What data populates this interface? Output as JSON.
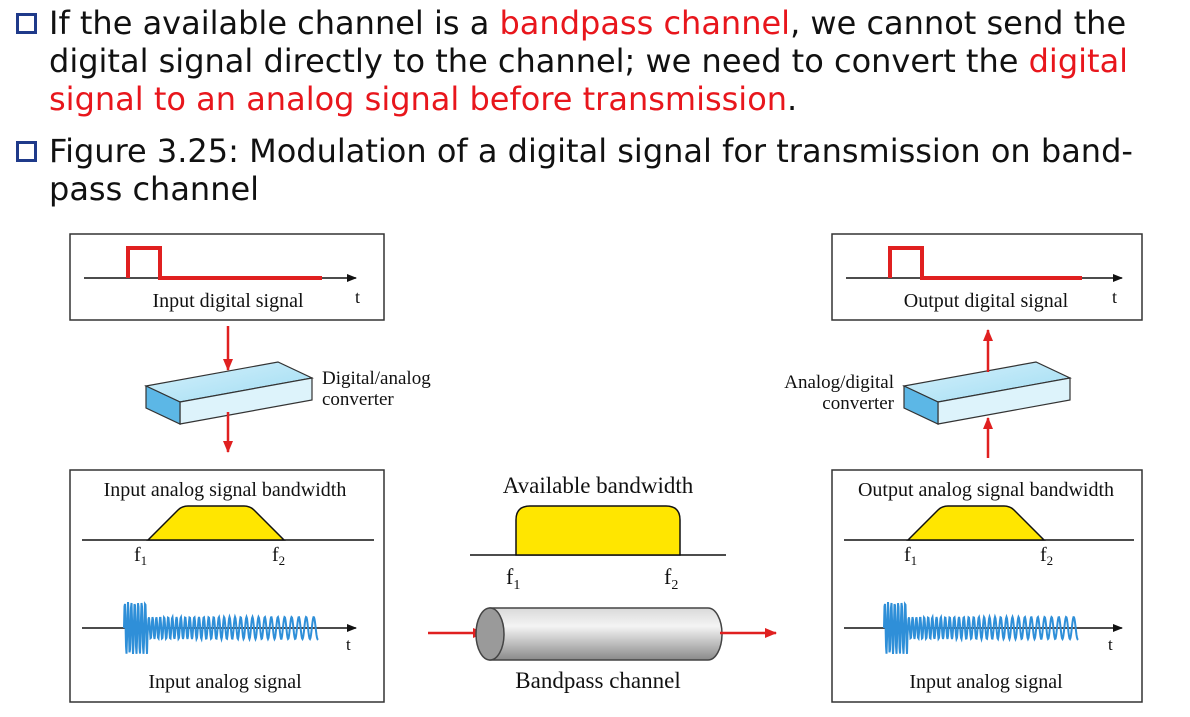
{
  "bullets": [
    {
      "parts": [
        {
          "text": "If the available channel is a ",
          "highlight": false
        },
        {
          "text": "bandpass channel",
          "highlight": true
        },
        {
          "text": ", we cannot send the digital signal directly to the channel; we need to convert the ",
          "highlight": false
        },
        {
          "text": "digital signal to an analog signal before transmission",
          "highlight": true
        },
        {
          "text": ".",
          "highlight": false
        }
      ]
    },
    {
      "parts": [
        {
          "text": "Figure 3.25:  Modulation of a digital signal for transmission on band-pass channel",
          "highlight": false
        }
      ]
    }
  ],
  "figure": {
    "input_digital_label": "Input digital signal",
    "output_digital_label": "Output digital signal",
    "time_label": "t",
    "dac_label_line1": "Digital/analog",
    "dac_label_line2": "converter",
    "adc_label_line1": "Analog/digital",
    "adc_label_line2": "converter",
    "input_bw_label": "Input analog signal bandwidth",
    "available_bw_label": "Available bandwidth",
    "output_bw_label": "Output analog signal bandwidth",
    "f1": "f",
    "f1_sub": "1",
    "f2": "f",
    "f2_sub": "2",
    "input_analog_label": "Input analog signal",
    "channel_label": "Bandpass channel",
    "output_analog_label": "Input analog signal"
  },
  "colors": {
    "highlight": "#e8161c",
    "bullet_box": "#1f3a8a",
    "signal_red": "#e02020",
    "band_yellow": "#ffe600",
    "wave_blue": "#2f8fd8",
    "converter_blue": "#8fd3f0"
  }
}
